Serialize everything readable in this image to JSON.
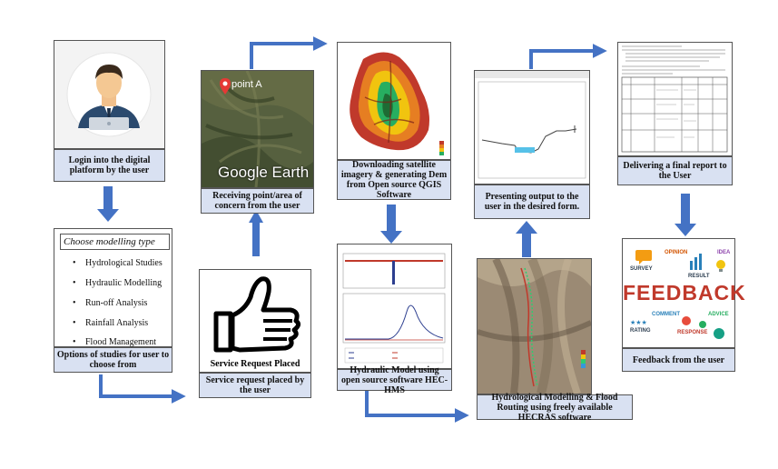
{
  "captions": {
    "login": "Login into the digital platform by the user",
    "options": "Options of studies for user to choose from",
    "service": "Service request placed by the user",
    "receiving": "Receiving point/area of concern from the user",
    "downloading": "Downloading satellite imagery & generating Dem from Open source QGIS Software",
    "hydraulic": "Hydraulic Model using open source software HEC-HMS",
    "presenting": "Presenting output to the user in the desired form.",
    "hydrological": "Hydrological Modelling & Flood Routing using freely available HECRAS software",
    "delivering": "Delivering a final report to the User",
    "feedback": "Feedback from the user"
  },
  "menu": {
    "title": "Choose modelling type",
    "items": [
      "Hydrological Studies",
      "Hydraulic Modelling",
      "Run-off Analysis",
      "Rainfall Analysis",
      "Flood Management"
    ]
  },
  "service_image": {
    "label": "Service Request Placed"
  },
  "map_image": {
    "point_label": "point A",
    "brand": "Google Earth"
  },
  "feedback_image": {
    "main": "FEEDBACK",
    "words": [
      "SURVEY",
      "OPINION",
      "IDEA",
      "RESULT",
      "COMMENT",
      "ADVICE",
      "RATING",
      "RESPONSE"
    ]
  },
  "colors": {
    "arrow": "#4472c4",
    "caption_bg": "#d9e1f2"
  }
}
